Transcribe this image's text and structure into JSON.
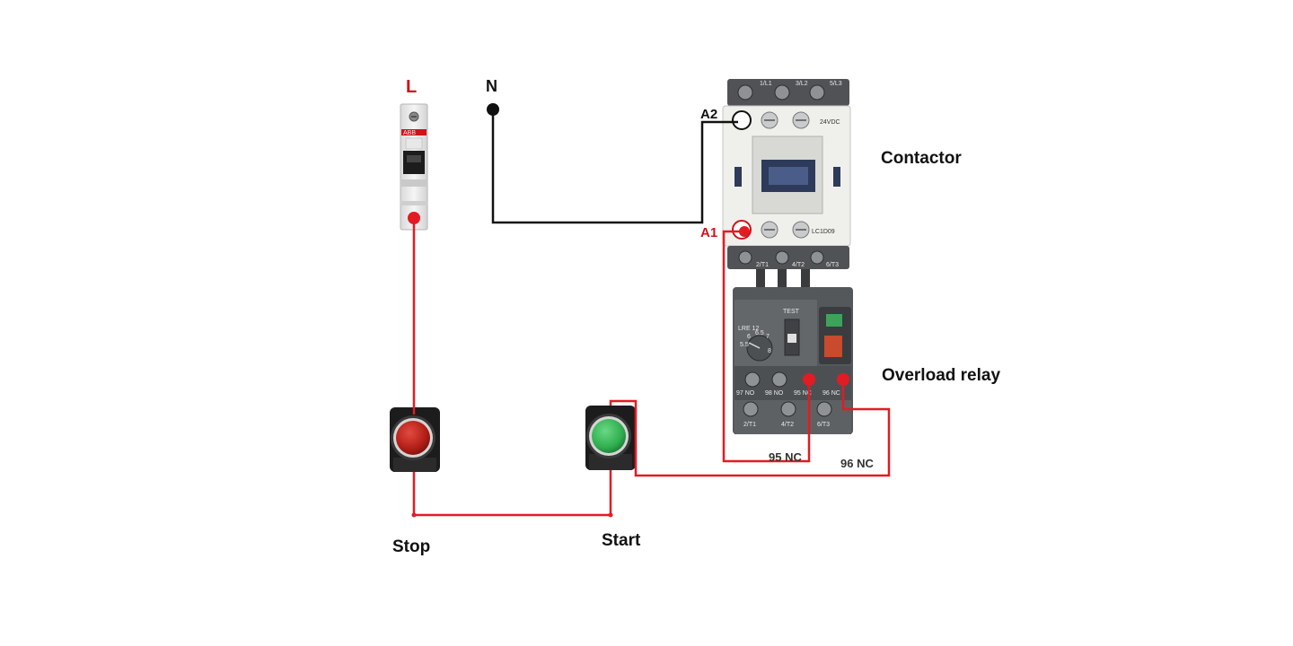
{
  "colors": {
    "live_wire": "#e31b23",
    "neutral_wire": "#111111",
    "line_label": "#d0121b",
    "stop_button": "#c0201a",
    "start_button": "#2fae4f",
    "contactor_body": "#efefec",
    "contactor_top": "#505255",
    "relay_body": "#55585b"
  },
  "labels": {
    "line": "L",
    "neutral": "N",
    "a2": "A2",
    "a1": "A1",
    "contactor": "Contactor",
    "overload_relay": "Overload relay",
    "nc95": "95 NC",
    "nc96": "96 NC",
    "stop": "Stop",
    "start": "Start"
  },
  "breaker": {
    "brand": "ABB"
  },
  "contactor_markings": {
    "top_terminals": [
      "1/L1",
      "3/L2",
      "5/L3"
    ],
    "bottom_terminals": [
      "2/T1",
      "4/T2",
      "6/T3"
    ],
    "model": "LC1D09",
    "coil": "24VDC"
  },
  "relay_markings": {
    "model": "LRE 12",
    "test": "TEST",
    "dial": [
      "5.5",
      "6",
      "6.5",
      "7",
      "8"
    ],
    "terminals": [
      "97 NO",
      "98 NO",
      "95 NC",
      "96 NC"
    ],
    "outputs": [
      "2/T1",
      "4/T2",
      "6/T3"
    ]
  }
}
